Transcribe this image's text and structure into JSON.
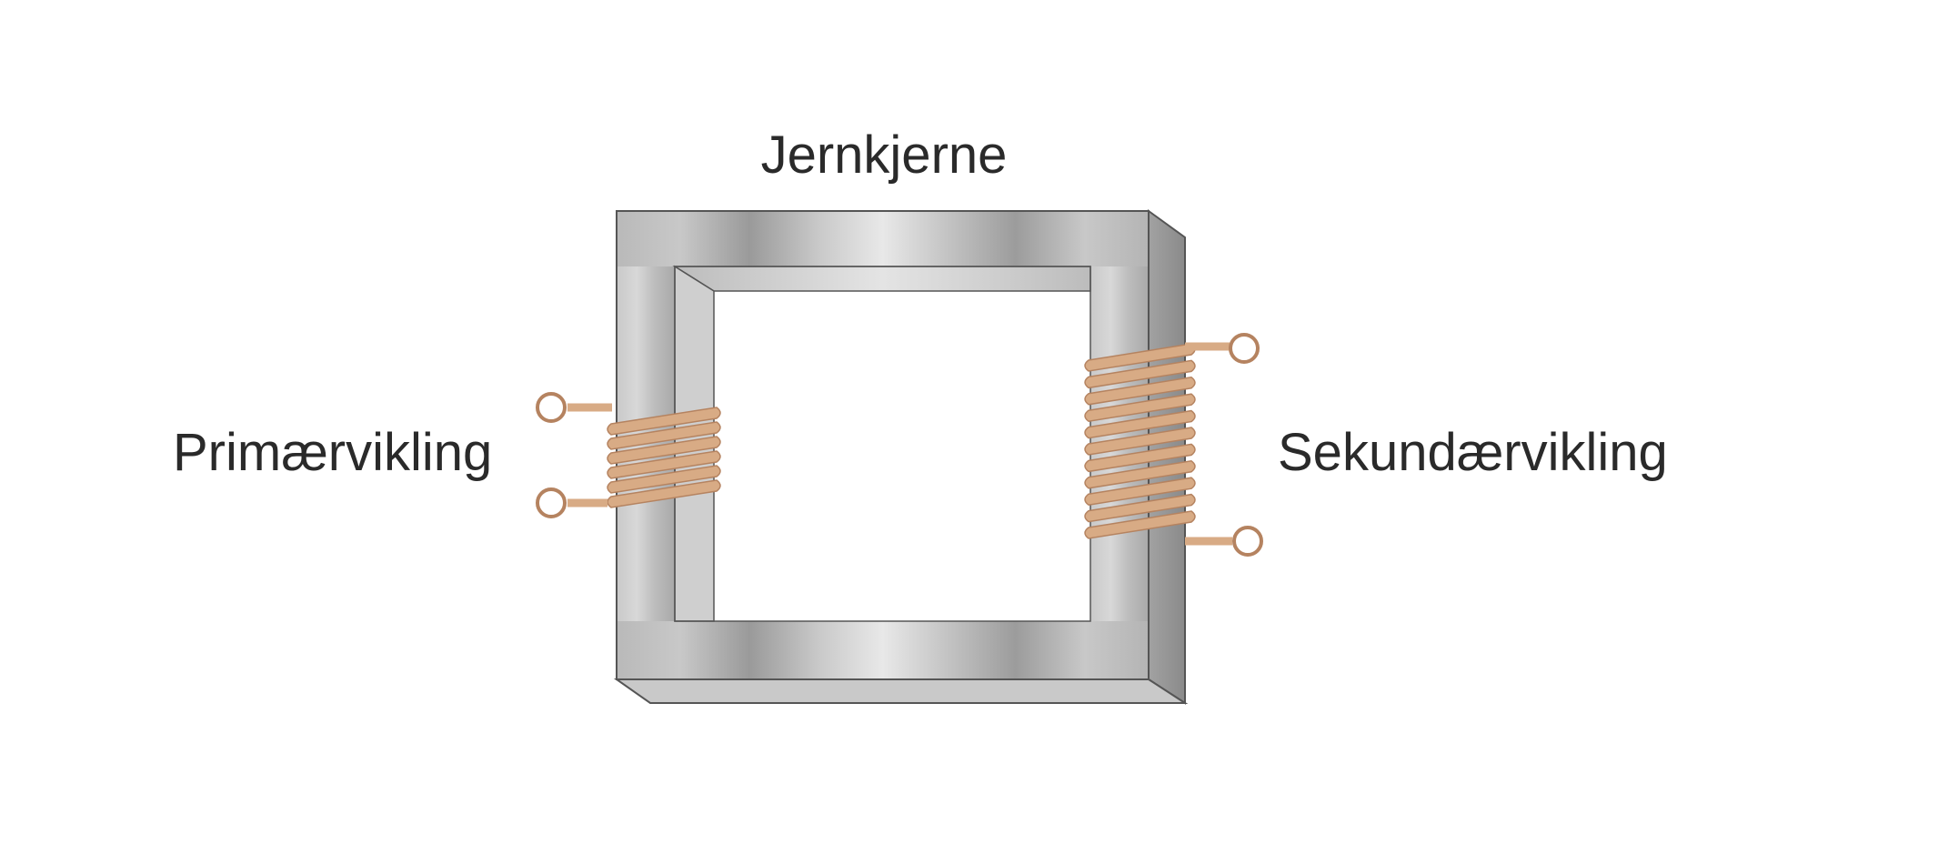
{
  "labels": {
    "core": "Jernkjerne",
    "primary": "Primærvikling",
    "secondary": "Sekundærvikling"
  },
  "winding_turns": {
    "primary": 6,
    "secondary": 11
  },
  "colors": {
    "copper": "#d8ab85",
    "copper_dark": "#b58360",
    "core_light": "#e6e6e6",
    "core_mid": "#b4b4b4",
    "core_dark": "#8c8c8c",
    "text": "#2a2a2a"
  }
}
